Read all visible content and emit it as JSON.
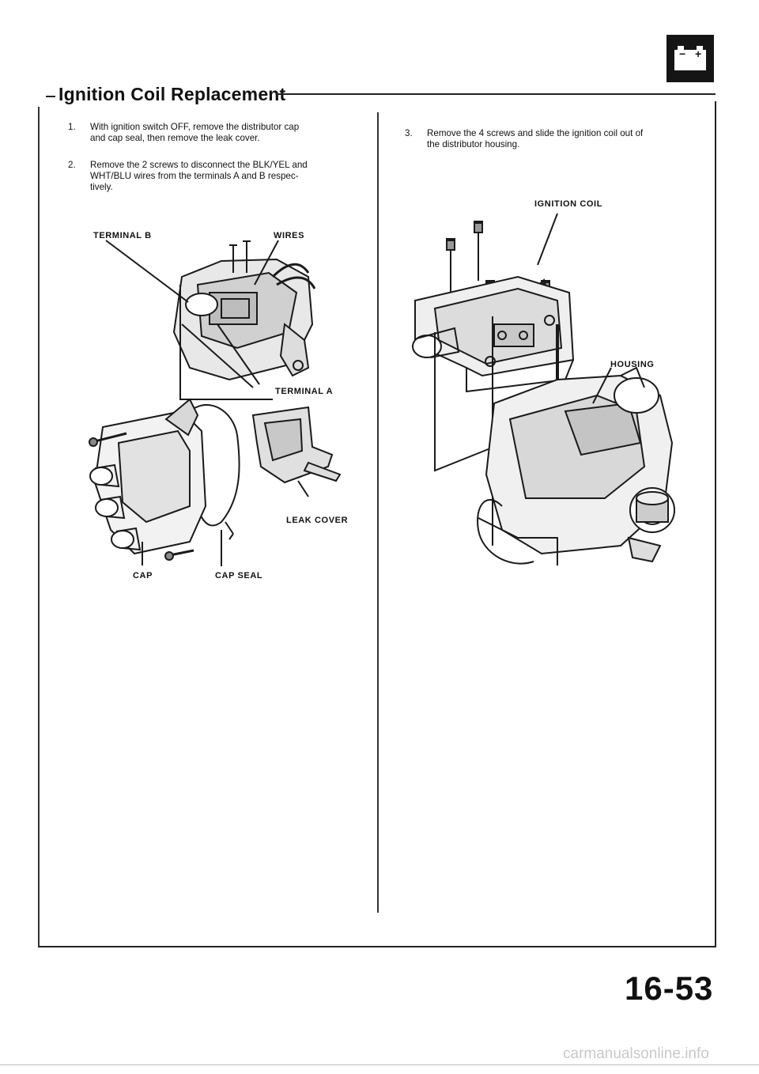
{
  "header": {
    "title": "Ignition Coil Replacement"
  },
  "steps": [
    {
      "num": "1.",
      "lines": [
        "With ignition switch OFF, remove the distributor cap",
        "and cap seal, then remove the leak cover."
      ]
    },
    {
      "num": "2.",
      "lines": [
        "Remove the 2 screws to disconnect the BLK/YEL and",
        "WHT/BLU wires from the terminals A and B respec-",
        "tively."
      ]
    },
    {
      "num": "3.",
      "lines": [
        "Remove the 4 screws and slide the ignition coil out of",
        "the distributor housing."
      ]
    }
  ],
  "left_diagram": {
    "labels": {
      "terminal_b": "TERMINAL B",
      "wires": "WIRES",
      "terminal_a": "TERMINAL A",
      "leak_cover": "LEAK COVER",
      "cap": "CAP",
      "cap_seal": "CAP SEAL"
    }
  },
  "right_diagram": {
    "labels": {
      "ignition_coil": "IGNITION COIL",
      "housing": "HOUSING"
    }
  },
  "footer": {
    "page_number": "16-53",
    "watermark": "carmanualsonline.info"
  }
}
